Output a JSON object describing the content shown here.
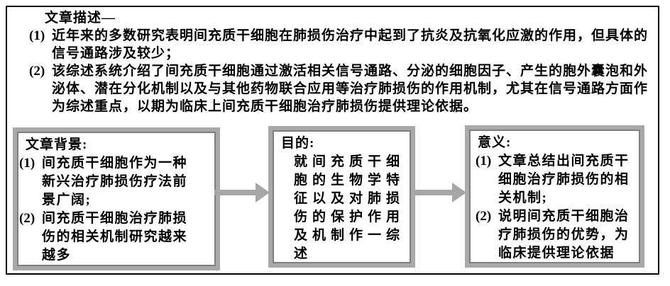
{
  "description": {
    "title": "文章描述—",
    "items": [
      {
        "marker": "(1)",
        "text": "近年来的多数研究表明间充质干细胞在肺损伤治疗中起到了抗炎及抗氧化应激的作用，但具体的\n信号通路涉及较少；"
      },
      {
        "marker": "(2)",
        "text": "该综述系统介绍了间充质干细胞通过激活相关信号通路、分泌的细胞因子、产生的胞外囊泡和外\n泌体、潜在分化机制以及与其他药物联合应用等治疗肺损伤的作用机制，尤其在信号通路方面作\n为综述重点，以期为临床上间充质干细胞治疗肺损伤提供理论依据。"
      }
    ]
  },
  "boxes": {
    "background": {
      "heading": "文章背景:",
      "items": [
        {
          "marker": "(1)",
          "text": "间充质干细胞作为一种\n新兴治疗肺损伤疗法前\n景广阔;"
        },
        {
          "marker": "(2)",
          "text": "间充质干细胞治疗肺损\n伤的相关机制研究越来\n越多"
        }
      ]
    },
    "purpose": {
      "heading": "目的:",
      "body": "就间充质干细\n胞的生物学特\n征以及对肺损\n伤的保护作用\n及机制作一综\n述"
    },
    "significance": {
      "heading": "意义:",
      "items": [
        {
          "marker": "(1)",
          "text": "文章总结出间充质干\n细胞治疗肺损伤的相\n关机制;"
        },
        {
          "marker": "(2)",
          "text": "说明间充质干细胞治\n疗肺损伤的优势，为\n临床提供理论依据"
        }
      ]
    }
  },
  "colors": {
    "arrow": "#a6a6a6",
    "box_border": "#a9a9a9",
    "box_border_inner_line": "#7f7f7f",
    "frame_border": "#000000",
    "text": "#000000",
    "background": "#ffffff"
  }
}
